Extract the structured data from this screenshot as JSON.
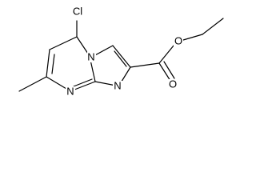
{
  "molecule": {
    "atoms": {
      "cl": "Cl",
      "n_bridge": "N",
      "n_pyrimidine": "N",
      "n_imidazole": "N",
      "o_carbonyl": "O",
      "o_ester": "O"
    }
  },
  "colors": {
    "bond": "#000000",
    "background": "#ffffff"
  }
}
